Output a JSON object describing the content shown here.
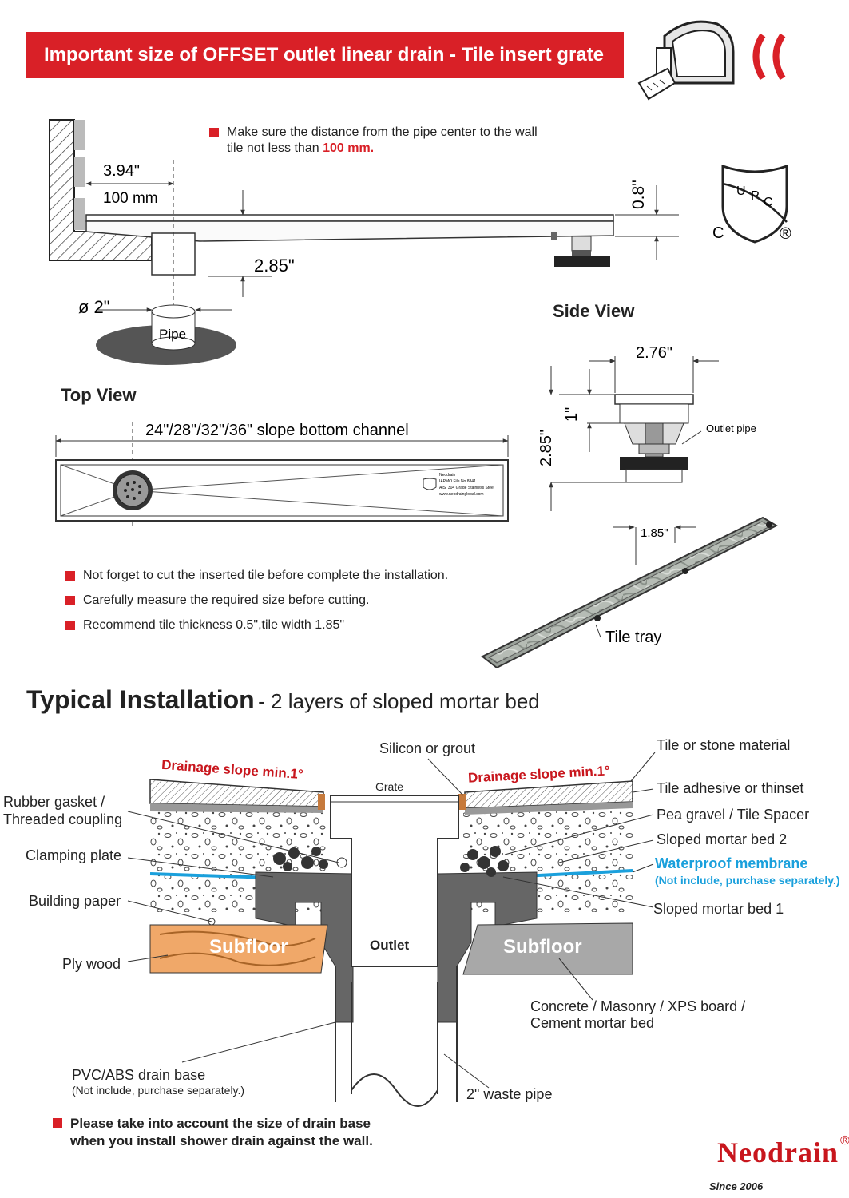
{
  "header": {
    "title": "Important size of OFFSET outlet linear drain - Tile insert grate"
  },
  "cert": {
    "letters": [
      "U",
      "P",
      "C"
    ],
    "c_mark": "C",
    "reg_mark": "®"
  },
  "wall_note": {
    "text": "Make sure the distance from the pipe center to the wall tile not less than",
    "highlight": "100 mm."
  },
  "side_section": {
    "dim_wall_in": "3.94\"",
    "dim_wall_mm": "100 mm",
    "dim_thickness": "0.8\"",
    "dim_height": "2.85\"",
    "pipe_diameter": "ø 2\"",
    "pipe_label": "Pipe",
    "title": "Side View"
  },
  "top_view": {
    "title": "Top View",
    "channel_label": "24\"/28\"/32\"/36\" slope bottom channel",
    "plate_lines": [
      "Neodrain",
      "IAPMO File No.8841",
      "AISI 304 Grade Stainless Steel",
      "www.neodrainglobal.com"
    ]
  },
  "end_view": {
    "width": "2.76\"",
    "height_total": "2.85\"",
    "height_grate": "1\"",
    "outlet_label": "Outlet pipe"
  },
  "tray": {
    "width": "1.85\"",
    "label": "Tile tray"
  },
  "tile_notes": [
    "Not forget to cut the inserted tile before complete the installation.",
    "Carefully measure the required size before cutting.",
    "Recommend tile thickness 0.5\",tile width 1.85\""
  ],
  "installation": {
    "title": "Typical Installation",
    "subtitle": "- 2 layers of sloped mortar bed",
    "slope_left": "Drainage slope min.1°",
    "slope_right": "Drainage slope min.1°",
    "grate_label": "Grate",
    "outlet_label": "Outlet",
    "subfloor_left": "Subfloor",
    "subfloor_right": "Subfloor",
    "labels": {
      "silicon": "Silicon or grout",
      "tile": "Tile or stone material",
      "adhesive": "Tile adhesive or thinset",
      "gravel": "Pea gravel / Tile Spacer",
      "mortar2": "Sloped mortar bed 2",
      "membrane": "Waterproof membrane",
      "membrane_note": "(Not include, purchase separately.)",
      "mortar1": "Sloped mortar bed 1",
      "rubber_1": "Rubber gasket /",
      "rubber_2": "Threaded coupling",
      "clamping": "Clamping plate",
      "paper": "Building paper",
      "ply": "Ply wood",
      "concrete_1": "Concrete / Masonry  / XPS board /",
      "concrete_2": "Cement mortar bed",
      "pvc": "PVC/ABS drain base",
      "pvc_note": "(Not include, purchase separately.)",
      "waste": "2\" waste pipe"
    }
  },
  "bottom_note": {
    "line1": "Please take into account the size of drain base",
    "line2": "when you install shower drain against the wall."
  },
  "brand": {
    "name": "Neodrain",
    "reg": "®",
    "since": "Since 2006"
  },
  "colors": {
    "accent_red": "#d92027",
    "membrane_blue": "#1aa0dc",
    "plywood": "#f0a869",
    "concrete": "#a8a8a8"
  }
}
